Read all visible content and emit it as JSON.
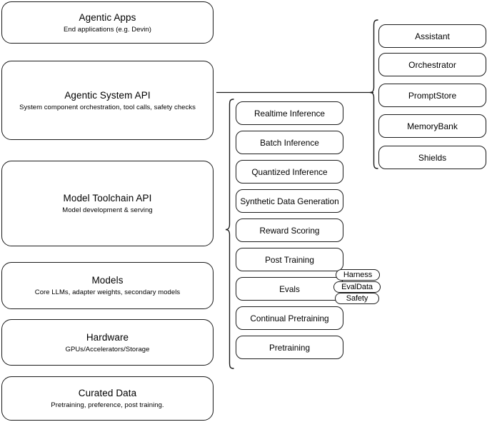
{
  "diagram": {
    "title": "Agentic stack layered architecture",
    "stroke_color": "#1b1b1b",
    "background_color": "#ffffff"
  },
  "layers": [
    {
      "name": "agentic-apps",
      "title": "Agentic Apps",
      "subtitle": "End applications (e.g. Devin)"
    },
    {
      "name": "agentic-system-api",
      "title": "Agentic System API",
      "subtitle": "System component orchestration, tool calls, safety checks"
    },
    {
      "name": "model-toolchain-api",
      "title": "Model Toolchain API",
      "subtitle": "Model development & serving"
    },
    {
      "name": "models",
      "title": "Models",
      "subtitle": "Core LLMs, adapter weights, secondary models"
    },
    {
      "name": "hardware",
      "title": "Hardware",
      "subtitle": "GPUs/Accelerators/Storage"
    },
    {
      "name": "curated-data",
      "title": "Curated Data",
      "subtitle": "Pretraining, preference, post training."
    }
  ],
  "toolchain_capabilities": [
    {
      "name": "realtime-inference",
      "label": "Realtime Inference"
    },
    {
      "name": "batch-inference",
      "label": "Batch Inference"
    },
    {
      "name": "quantized-inference",
      "label": "Quantized Inference"
    },
    {
      "name": "synthetic-data-generation",
      "label": "Synthetic Data Generation"
    },
    {
      "name": "reward-scoring",
      "label": "Reward Scoring"
    },
    {
      "name": "post-training",
      "label": "Post Training"
    },
    {
      "name": "evals",
      "label": "Evals"
    },
    {
      "name": "continual-pretraining",
      "label": "Continual Pretraining"
    },
    {
      "name": "pretraining",
      "label": "Pretraining"
    }
  ],
  "evals_subcomponents": [
    {
      "name": "harness",
      "label": "Harness"
    },
    {
      "name": "evaldata",
      "label": "EvalData"
    },
    {
      "name": "safety",
      "label": "Safety"
    }
  ],
  "system_components": [
    {
      "name": "assistant",
      "label": "Assistant"
    },
    {
      "name": "orchestrator",
      "label": "Orchestrator"
    },
    {
      "name": "promptstore",
      "label": "PromptStore"
    },
    {
      "name": "memorybank",
      "label": "MemoryBank"
    },
    {
      "name": "shields",
      "label": "Shields"
    }
  ]
}
